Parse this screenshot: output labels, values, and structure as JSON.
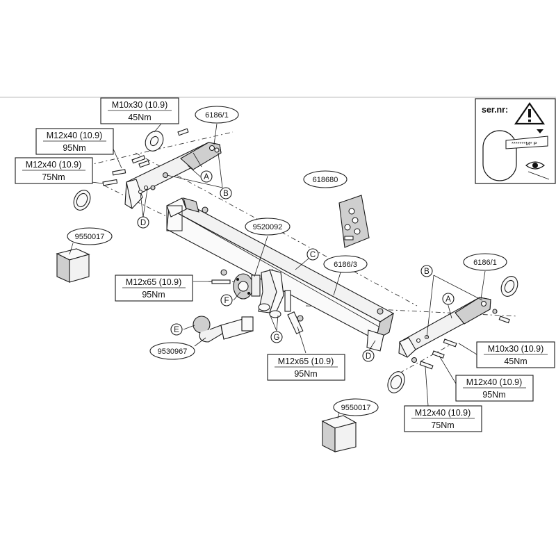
{
  "parts": {
    "bracket_left": "6186/1",
    "bracket_right": "6186/1",
    "crossbar": "6186/3",
    "socket_plate": "9520092",
    "ball": "9530967",
    "label_sheet": "618680",
    "packing_top": "9550017",
    "packing_bottom": "9550017"
  },
  "bolts": {
    "b1": {
      "spec": "M10x30 (10.9)",
      "torque": "45Nm"
    },
    "b2": {
      "spec": "M12x40 (10.9)",
      "torque": "95Nm"
    },
    "b3": {
      "spec": "M12x40 (10.9)",
      "torque": "75Nm"
    },
    "b4": {
      "spec": "M12x65 (10.9)",
      "torque": "95Nm"
    },
    "b5": {
      "spec": "M12x65 (10.9)",
      "torque": "95Nm"
    },
    "b6": {
      "spec": "M10x30 (10.9)",
      "torque": "45Nm"
    },
    "b7": {
      "spec": "M12x40 (10.9)",
      "torque": "95Nm"
    },
    "b8": {
      "spec": "M12x40 (10.9)",
      "torque": "75Nm"
    }
  },
  "letters": {
    "a1": "A",
    "b1": "B",
    "d1": "D",
    "c": "C",
    "f": "F",
    "g": "G",
    "e": "E",
    "a2": "A",
    "b2": "B",
    "d2": "D"
  },
  "serial": {
    "label": "ser.nr:",
    "stamp": "*******M* P"
  }
}
